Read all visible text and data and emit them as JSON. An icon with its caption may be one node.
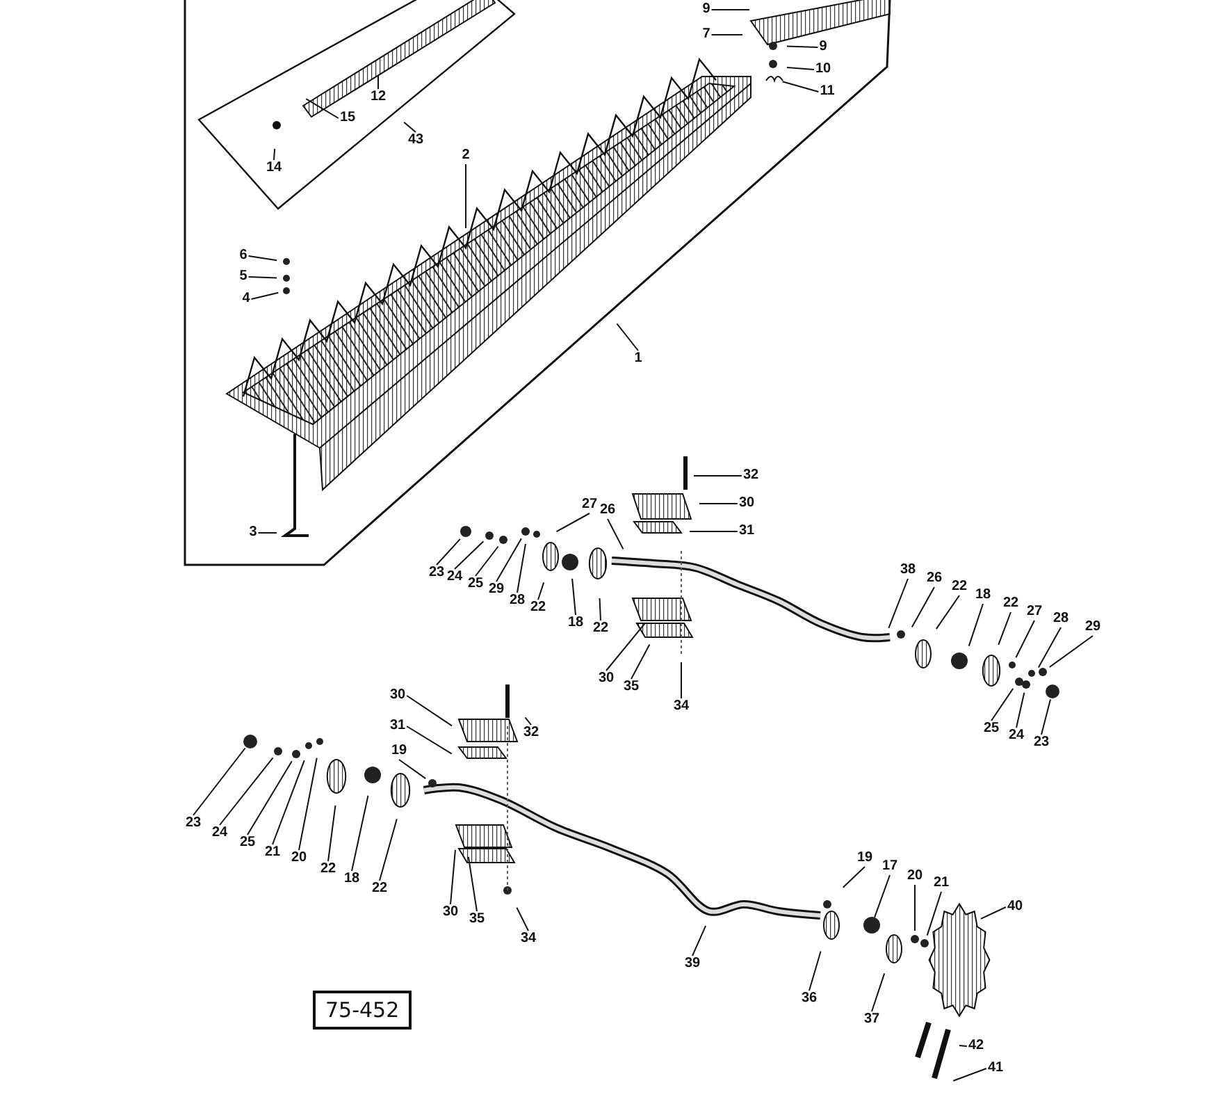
{
  "diagram": {
    "nodes": [
      {
        "text": [
          "9"
        ]
      },
      {
        "text": [
          "7"
        ]
      },
      {
        "text": [
          "9"
        ]
      },
      {
        "text": [
          "10"
        ]
      },
      {
        "text": [
          "11"
        ]
      },
      {
        "text": [
          "12"
        ]
      },
      {
        "text": [
          "15"
        ]
      },
      {
        "text": [
          "43"
        ]
      },
      {
        "text": [
          "14"
        ]
      },
      {
        "text": [
          "2"
        ]
      },
      {
        "text": [
          "6"
        ]
      },
      {
        "text": [
          "5"
        ]
      },
      {
        "text": [
          "4"
        ]
      },
      {
        "text": [
          "1"
        ]
      },
      {
        "text": [
          "32"
        ]
      },
      {
        "text": [
          "30"
        ]
      },
      {
        "text": [
          "27"
        ]
      },
      {
        "text": [
          "26"
        ]
      },
      {
        "text": [
          "31"
        ]
      },
      {
        "text": [
          "3"
        ]
      },
      {
        "text": [
          "23"
        ]
      },
      {
        "text": [
          "24"
        ]
      },
      {
        "text": [
          "25"
        ]
      },
      {
        "text": [
          "29"
        ]
      },
      {
        "text": [
          "28"
        ]
      },
      {
        "text": [
          "22"
        ]
      },
      {
        "text": [
          "18"
        ]
      },
      {
        "text": [
          "22"
        ]
      },
      {
        "text": [
          "38"
        ]
      },
      {
        "text": [
          "26"
        ]
      },
      {
        "text": [
          "22"
        ]
      },
      {
        "text": [
          "18"
        ]
      },
      {
        "text": [
          "22"
        ]
      },
      {
        "text": [
          "27"
        ]
      },
      {
        "text": [
          "28"
        ]
      },
      {
        "text": [
          "29"
        ]
      },
      {
        "text": [
          "30"
        ]
      },
      {
        "text": [
          "35"
        ]
      },
      {
        "text": [
          "34"
        ]
      },
      {
        "text": [
          "25"
        ]
      },
      {
        "text": [
          "24"
        ]
      },
      {
        "text": [
          "23"
        ]
      },
      {
        "text": [
          "30"
        ]
      },
      {
        "text": [
          "31"
        ]
      },
      {
        "text": [
          "32"
        ]
      },
      {
        "text": [
          "19"
        ]
      },
      {
        "text": [
          "23"
        ]
      },
      {
        "text": [
          "24"
        ]
      },
      {
        "text": [
          "25"
        ]
      },
      {
        "text": [
          "21"
        ]
      },
      {
        "text": [
          "20"
        ]
      },
      {
        "text": [
          "22"
        ]
      },
      {
        "text": [
          "18"
        ]
      },
      {
        "text": [
          "22"
        ]
      },
      {
        "text": [
          "30"
        ]
      },
      {
        "text": [
          "35"
        ]
      },
      {
        "text": [
          "34"
        ]
      },
      {
        "text": [
          "19"
        ]
      },
      {
        "text": [
          "17"
        ]
      },
      {
        "text": [
          "20"
        ]
      },
      {
        "text": [
          "21"
        ]
      },
      {
        "text": [
          "40"
        ]
      },
      {
        "text": [
          "39"
        ]
      },
      {
        "text": [
          "36"
        ]
      },
      {
        "text": [
          "37"
        ]
      },
      {
        "text": [
          "42"
        ]
      },
      {
        "text": [
          "41"
        ]
      },
      {
        "text": [
          "75-452"
        ]
      }
    ],
    "edges": [
      {
        "from": 0,
        "to": null,
        "arrow": "none"
      },
      {
        "from": 1,
        "to": null,
        "arrow": "none"
      },
      {
        "from": 2,
        "to": null,
        "arrow": "none"
      },
      {
        "from": 3,
        "to": null,
        "arrow": "none"
      },
      {
        "from": 4,
        "to": null,
        "arrow": "none"
      },
      {
        "from": 5,
        "to": null,
        "arrow": "none"
      },
      {
        "from": 6,
        "to": null,
        "arrow": "none"
      },
      {
        "from": 7,
        "to": null,
        "arrow": "none"
      },
      {
        "from": 8,
        "to": null,
        "arrow": "none"
      },
      {
        "from": 9,
        "to": null,
        "arrow": "none"
      },
      {
        "from": 10,
        "to": null,
        "arrow": "none"
      },
      {
        "from": 11,
        "to": null,
        "arrow": "none"
      },
      {
        "from": 12,
        "to": null,
        "arrow": "none"
      },
      {
        "from": 13,
        "to": null,
        "arrow": "none"
      },
      {
        "from": 14,
        "to": null,
        "arrow": "none"
      },
      {
        "from": 15,
        "to": null,
        "arrow": "none"
      },
      {
        "from": 16,
        "to": null,
        "arrow": "none"
      },
      {
        "from": 17,
        "to": null,
        "arrow": "none"
      },
      {
        "from": 18,
        "to": null,
        "arrow": "none"
      },
      {
        "from": 19,
        "to": null,
        "arrow": "none"
      },
      {
        "from": 20,
        "to": null,
        "arrow": "none"
      },
      {
        "from": 21,
        "to": null,
        "arrow": "none"
      },
      {
        "from": 22,
        "to": null,
        "arrow": "none"
      },
      {
        "from": 23,
        "to": null,
        "arrow": "none"
      },
      {
        "from": 24,
        "to": null,
        "arrow": "none"
      },
      {
        "from": 25,
        "to": null,
        "arrow": "none"
      },
      {
        "from": 26,
        "to": null,
        "arrow": "none"
      },
      {
        "from": 27,
        "to": null,
        "arrow": "none"
      },
      {
        "from": 28,
        "to": null,
        "arrow": "none"
      },
      {
        "from": 29,
        "to": null,
        "arrow": "none"
      },
      {
        "from": 30,
        "to": null,
        "arrow": "none"
      },
      {
        "from": 31,
        "to": null,
        "arrow": "none"
      },
      {
        "from": 32,
        "to": null,
        "arrow": "none"
      },
      {
        "from": 33,
        "to": null,
        "arrow": "none"
      },
      {
        "from": 34,
        "to": null,
        "arrow": "none"
      },
      {
        "from": 35,
        "to": null,
        "arrow": "none"
      },
      {
        "from": 36,
        "to": null,
        "arrow": "none"
      },
      {
        "from": 37,
        "to": null,
        "arrow": "none"
      },
      {
        "from": 38,
        "to": null,
        "arrow": "none"
      },
      {
        "from": 39,
        "to": null,
        "arrow": "none"
      },
      {
        "from": 40,
        "to": null,
        "arrow": "none"
      },
      {
        "from": 41,
        "to": null,
        "arrow": "none"
      },
      {
        "from": 42,
        "to": null,
        "arrow": "none"
      },
      {
        "from": 43,
        "to": null,
        "arrow": "none"
      },
      {
        "from": 44,
        "to": null,
        "arrow": "none"
      },
      {
        "from": 45,
        "to": null,
        "arrow": "none"
      },
      {
        "from": 46,
        "to": null,
        "arrow": "none"
      },
      {
        "from": 47,
        "to": null,
        "arrow": "none"
      },
      {
        "from": 48,
        "to": null,
        "arrow": "none"
      },
      {
        "from": 49,
        "to": null,
        "arrow": "none"
      },
      {
        "from": 50,
        "to": null,
        "arrow": "none"
      },
      {
        "from": 51,
        "to": null,
        "arrow": "none"
      },
      {
        "from": 52,
        "to": null,
        "arrow": "none"
      },
      {
        "from": 53,
        "to": null,
        "arrow": "none"
      },
      {
        "from": 54,
        "to": null,
        "arrow": "none"
      },
      {
        "from": 55,
        "to": null,
        "arrow": "none"
      },
      {
        "from": 56,
        "to": null,
        "arrow": "none"
      },
      {
        "from": 57,
        "to": null,
        "arrow": "none"
      },
      {
        "from": 58,
        "to": null,
        "arrow": "none"
      },
      {
        "from": 59,
        "to": null,
        "arrow": "none"
      },
      {
        "from": 60,
        "to": null,
        "arrow": "none"
      },
      {
        "from": 61,
        "to": null,
        "arrow": "none"
      },
      {
        "from": 62,
        "to": null,
        "arrow": "none"
      },
      {
        "from": 63,
        "to": null,
        "arrow": "none"
      },
      {
        "from": 64,
        "to": null,
        "arrow": "none"
      },
      {
        "from": 65,
        "to": null,
        "arrow": "none"
      },
      {
        "from": 66,
        "to": null,
        "arrow": "none"
      }
    ]
  }
}
